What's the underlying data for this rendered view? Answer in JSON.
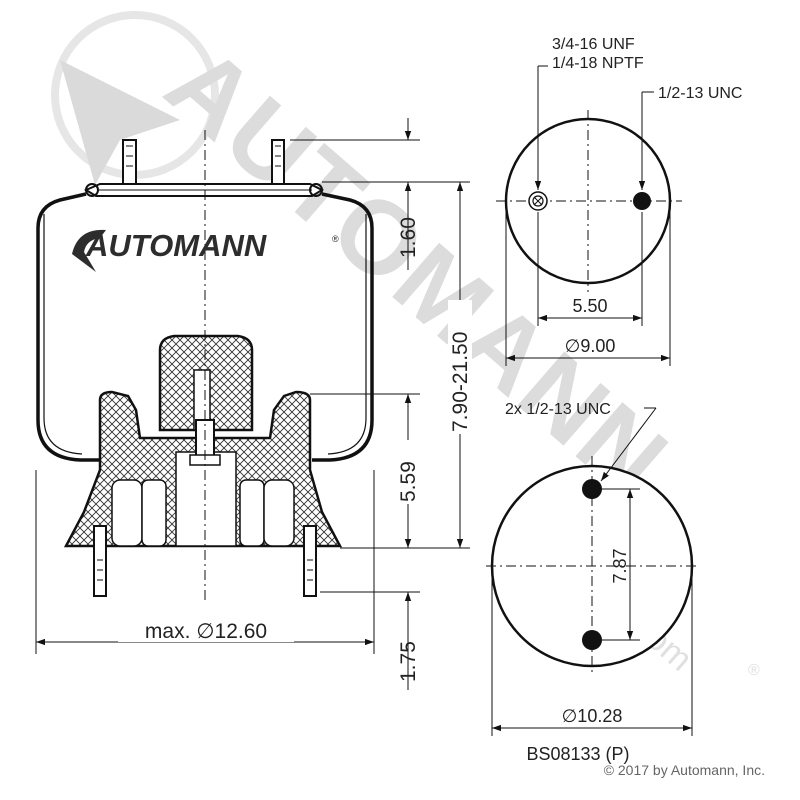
{
  "watermark": {
    "brand": "AUTOMANN",
    "url": "automann.com",
    "registered": "®"
  },
  "logo": {
    "text": "AUTOMANN",
    "sub": "®"
  },
  "side_view": {
    "diameter_label": "max. ∅12.60",
    "height_range_label": "7.90-21.50",
    "top_dim_label": "1.60",
    "piston_dim_label": "5.59",
    "bottom_stud_label": "1.75"
  },
  "top_plate": {
    "port_label_line1": "3/4-16 UNF",
    "port_label_line2": "1/4-18 NPTF",
    "stud_label": "1/2-13 UNC",
    "spacing_label": "5.50",
    "diameter_label": "∅9.00"
  },
  "bottom_plate": {
    "stud_label": "2x 1/2-13 UNC",
    "spacing_label": "7.87",
    "diameter_label": "∅10.28"
  },
  "part_number": "BS08133 (P)",
  "copyright": "© 2017 by Automann, Inc."
}
